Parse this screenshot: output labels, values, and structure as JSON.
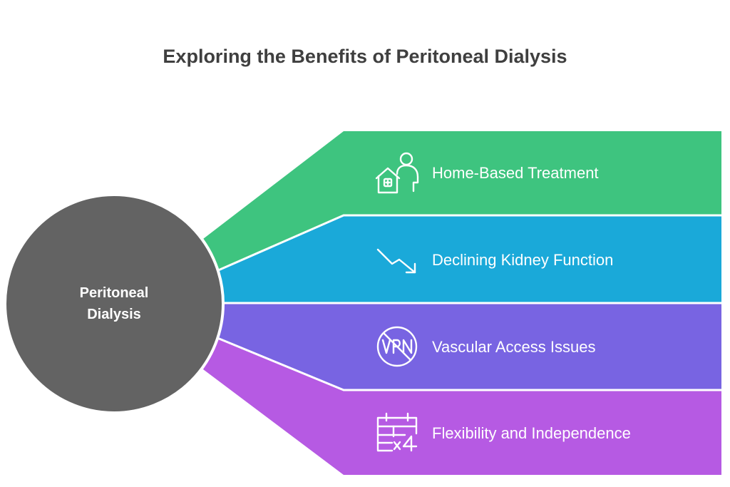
{
  "title": "Exploring the Benefits of Peritoneal Dialysis",
  "hub": {
    "line1": "Peritoneal",
    "line2": "Dialysis",
    "color": "#636363"
  },
  "items": [
    {
      "label": "Home-Based Treatment",
      "color": "#3ec47f",
      "icon": "home-care-person-icon"
    },
    {
      "label": "Declining Kidney Function",
      "color": "#1aa9d9",
      "icon": "trend-down-arrow-icon"
    },
    {
      "label": "Vascular Access Issues",
      "color": "#7864e2",
      "icon": "no-vpn-icon"
    },
    {
      "label": "Flexibility and Independence",
      "color": "#b65ae3",
      "icon": "calendar-times-four-icon"
    }
  ]
}
